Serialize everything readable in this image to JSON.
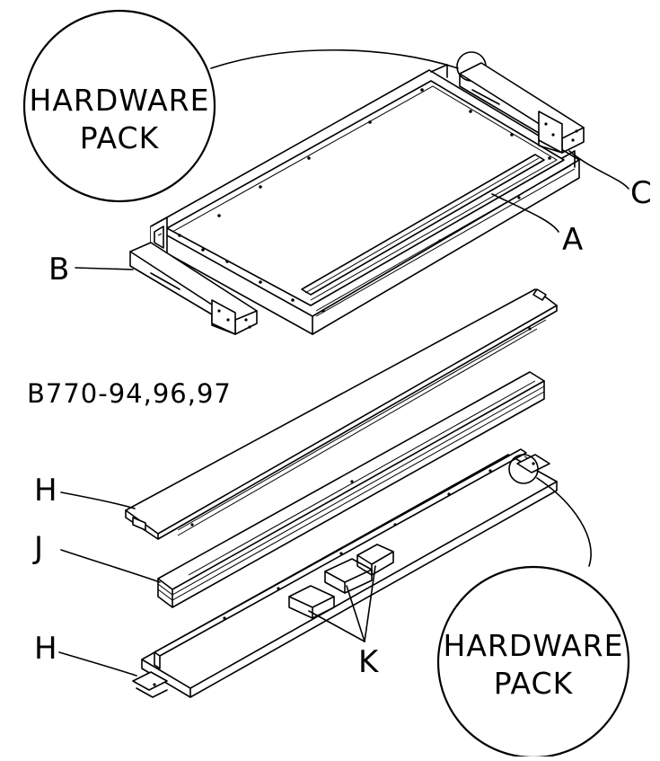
{
  "hardware_pack_top": {
    "line1": "HARDWARE",
    "line2": "PACK"
  },
  "hardware_pack_bottom": {
    "line1": "HARDWARE",
    "line2": "PACK"
  },
  "model_number": "B770-94,96,97",
  "labels": {
    "a": "A",
    "b": "B",
    "c": "C",
    "h_top": "H",
    "j": "J",
    "h_bottom": "H",
    "k": "K"
  }
}
